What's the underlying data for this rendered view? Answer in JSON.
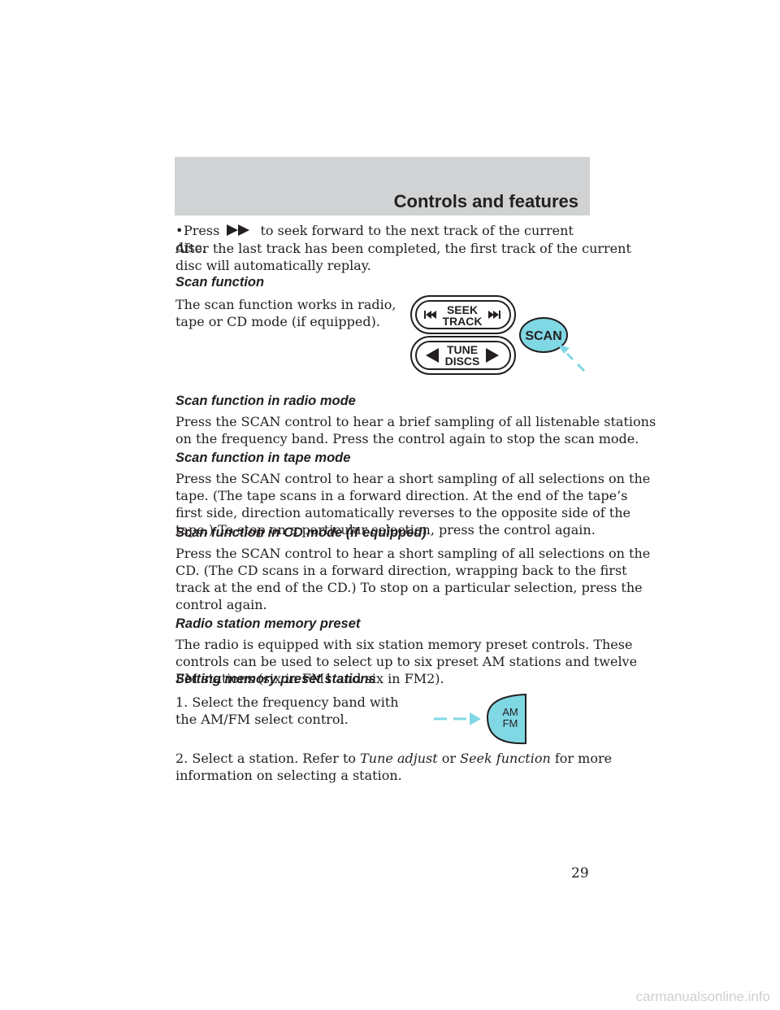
{
  "header": {
    "section_title": "Controls and features"
  },
  "bullet_forward": {
    "prefix": "Press",
    "icon": "fast-forward-icon",
    "text_line1": "to seek forward to the next track of the current disc.",
    "text_line2": "After the last track has been completed, the first track of the current",
    "text_line3": "disc will automatically replay."
  },
  "scan_function": {
    "heading": "Scan function",
    "line1": "The scan function works in radio,",
    "line2": "tape or CD mode (if equipped)."
  },
  "illustration_scan": {
    "seek_label_1": "SEEK",
    "seek_label_2": "TRACK",
    "tune_label_1": "TUNE",
    "tune_label_2": "DISCS",
    "scan_label": "SCAN",
    "accent_color": "#7fd8e4"
  },
  "radio_mode": {
    "heading": "Scan function in radio mode",
    "line1": "Press the SCAN control to hear a brief sampling of all listenable stations",
    "line2": "on the frequency band. Press the control again to stop the scan mode."
  },
  "tape_mode": {
    "heading": "Scan function in tape mode",
    "line1": "Press the SCAN control to hear a short sampling of all selections on the",
    "line2": "tape. (The tape scans in a forward direction. At the end of the tape’s",
    "line3": "first side, direction automatically reverses to the opposite side of the",
    "line4": "tape.) To stop on a particular selection, press the control again."
  },
  "cd_mode": {
    "heading": "Scan function in CD mode (if equipped)",
    "line1": "Press the SCAN control to hear a short sampling of all selections on the",
    "line2": "CD. (The CD scans in a forward direction, wrapping back to the first",
    "line3": "track at the end of the CD.) To stop on a particular selection, press the",
    "line4": "control again."
  },
  "memory_preset": {
    "heading": "Radio station memory preset",
    "line1": "The radio is equipped with six station memory preset controls. These",
    "line2": "controls can be used to select up to six preset AM stations and twelve",
    "line3": "FM stations (six in FM1 and six in FM2)."
  },
  "setting_preset": {
    "heading": "Setting memory preset stations",
    "step1_line1": "1. Select the frequency band with",
    "step1_line2": "the AM/FM select control.",
    "step2_prefix": "2. Select a station. Refer to",
    "step2_link1": "Tune adjust",
    "step2_or": "or",
    "step2_link2": "Seek function",
    "step2_suffix": "for more",
    "step2_line2": "information on selecting a station."
  },
  "illustration_amfm": {
    "label_1": "AM",
    "label_2": "FM",
    "accent_color": "#7fd8e4"
  },
  "page_number": "29",
  "watermark": "carmanualsonline.info"
}
